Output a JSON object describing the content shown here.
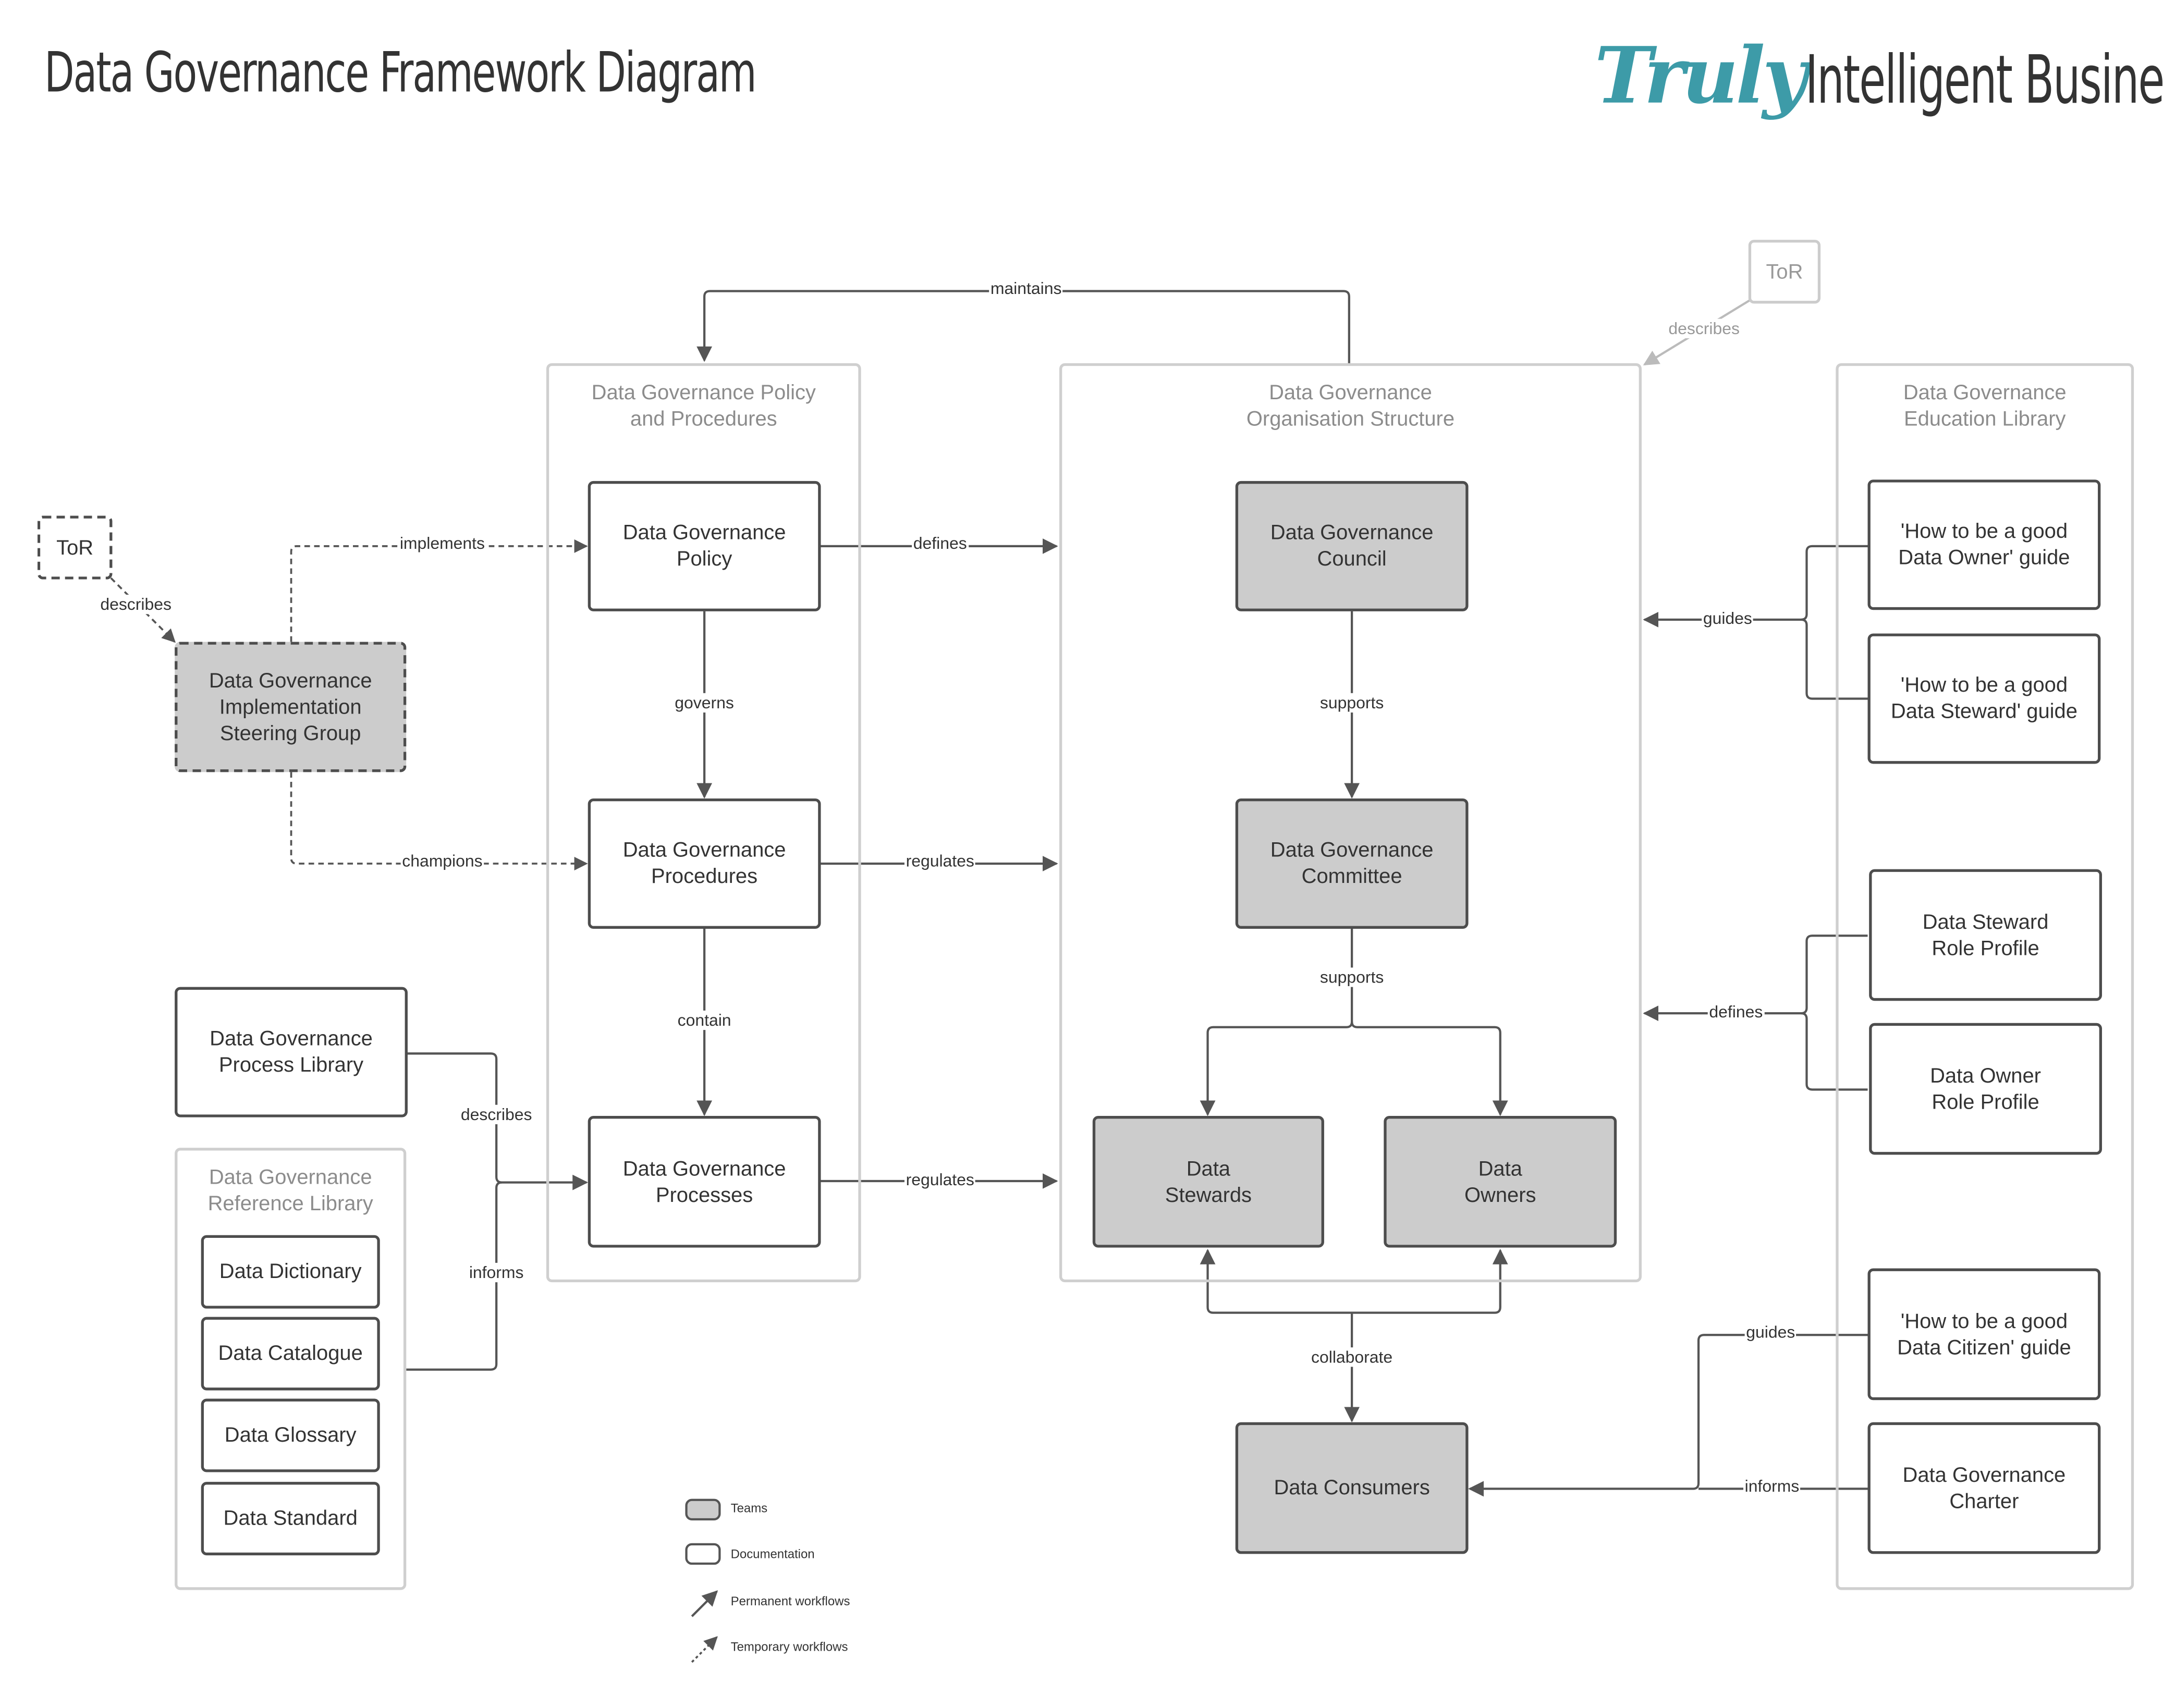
{
  "title": "Data Governance Framework Diagram",
  "logo": {
    "script": "Truly",
    "rest": "Intelligent Business",
    "script_color": "#3d9ba8"
  },
  "colors": {
    "team_fill": "#cccccc",
    "doc_fill": "#ffffff",
    "line": "#555555",
    "container_border": "#cfcfcf"
  },
  "containers": {
    "policy": "Data Governance Policy\nand Procedures",
    "org": "Data Governance\nOrganisation Structure",
    "education": "Data Governance\nEducation Library",
    "reference": "Data Governance\nReference Library"
  },
  "nodes": {
    "tor_left": "ToR",
    "tor_right": "ToR",
    "steering": "Data Governance\nImplementation\nSteering Group",
    "policy": "Data Governance\nPolicy",
    "procedures": "Data Governance\nProcedures",
    "processes": "Data Governance\nProcesses",
    "process_library": "Data Governance\nProcess Library",
    "dictionary": "Data Dictionary",
    "catalogue": "Data Catalogue",
    "glossary": "Data Glossary",
    "standard": "Data Standard",
    "council": "Data Governance\nCouncil",
    "committee": "Data Governance\nCommittee",
    "stewards": "Data\nStewards",
    "owners": "Data\nOwners",
    "consumers": "Data Consumers",
    "owner_guide": "'How to be a good\nData Owner' guide",
    "steward_guide": "'How to be a good\nData Steward' guide",
    "steward_profile": "Data Steward\nRole Profile",
    "owner_profile": "Data Owner\nRole Profile",
    "citizen_guide": "'How to be a good\nData Citizen' guide",
    "charter": "Data Governance\nCharter"
  },
  "edges": {
    "maintains": "maintains",
    "describes_right": "describes",
    "describes_left": "describes",
    "implements": "implements",
    "champions": "champions",
    "defines": "defines",
    "regulates_1": "regulates",
    "regulates_2": "regulates",
    "governs": "governs",
    "contain": "contain",
    "supports_1": "supports",
    "supports_2": "supports",
    "guides_1": "guides",
    "defines_2": "defines",
    "guides_2": "guides",
    "informs_right": "informs",
    "describes_mid": "describes",
    "informs_left": "informs",
    "collaborate": "collaborate"
  },
  "legend": {
    "teams": "Teams",
    "documentation": "Documentation",
    "permanent": "Permanent workflows",
    "temporary": "Temporary workflows"
  }
}
